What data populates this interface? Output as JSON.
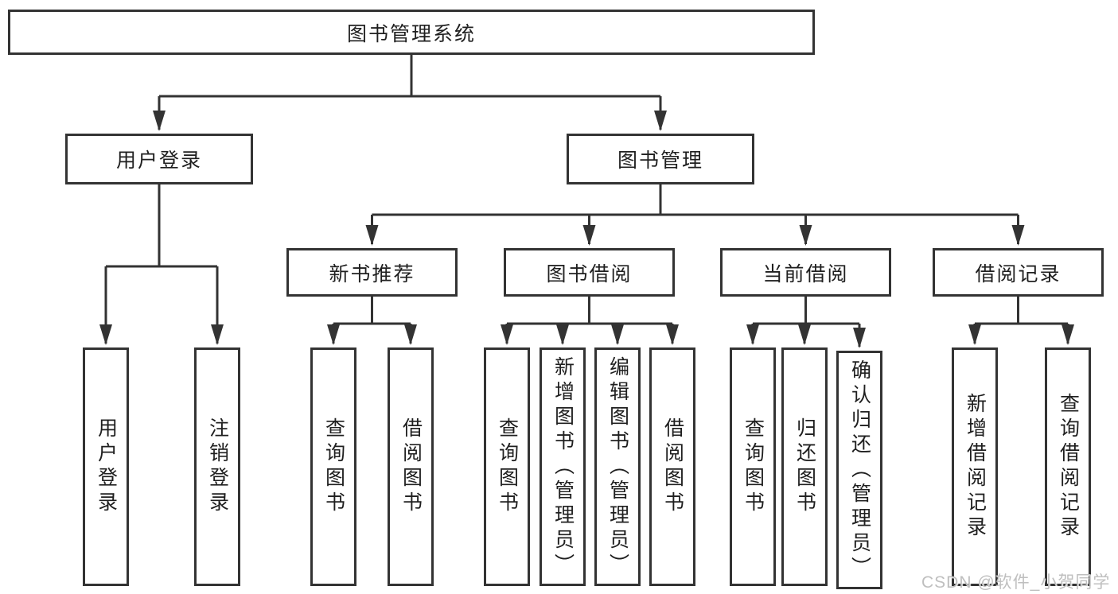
{
  "tree": {
    "root": {
      "label": "图书管理系统",
      "children": [
        {
          "label": "用户登录",
          "children": [
            {
              "label": "用户登录"
            },
            {
              "label": "注销登录"
            }
          ]
        },
        {
          "label": "图书管理",
          "children": [
            {
              "label": "新书推荐",
              "children": [
                {
                  "label": "查询图书"
                },
                {
                  "label": "借阅图书"
                }
              ]
            },
            {
              "label": "图书借阅",
              "children": [
                {
                  "label": "查询图书"
                },
                {
                  "label": "新增图书（管理员）"
                },
                {
                  "label": "编辑图书（管理员）"
                },
                {
                  "label": "借阅图书"
                }
              ]
            },
            {
              "label": "当前借阅",
              "children": [
                {
                  "label": "查询图书"
                },
                {
                  "label": "归还图书"
                },
                {
                  "label": "确认归还（管理员）"
                }
              ]
            },
            {
              "label": "借阅记录",
              "children": [
                {
                  "label": "新增借阅记录"
                },
                {
                  "label": "查询借阅记录"
                }
              ]
            }
          ]
        }
      ]
    }
  },
  "watermark": {
    "text": "CSDN @软件_小贺同学"
  },
  "colors": {
    "line": "#333333",
    "text": "#1f1f1f",
    "watermark": "#bfbfbf"
  }
}
